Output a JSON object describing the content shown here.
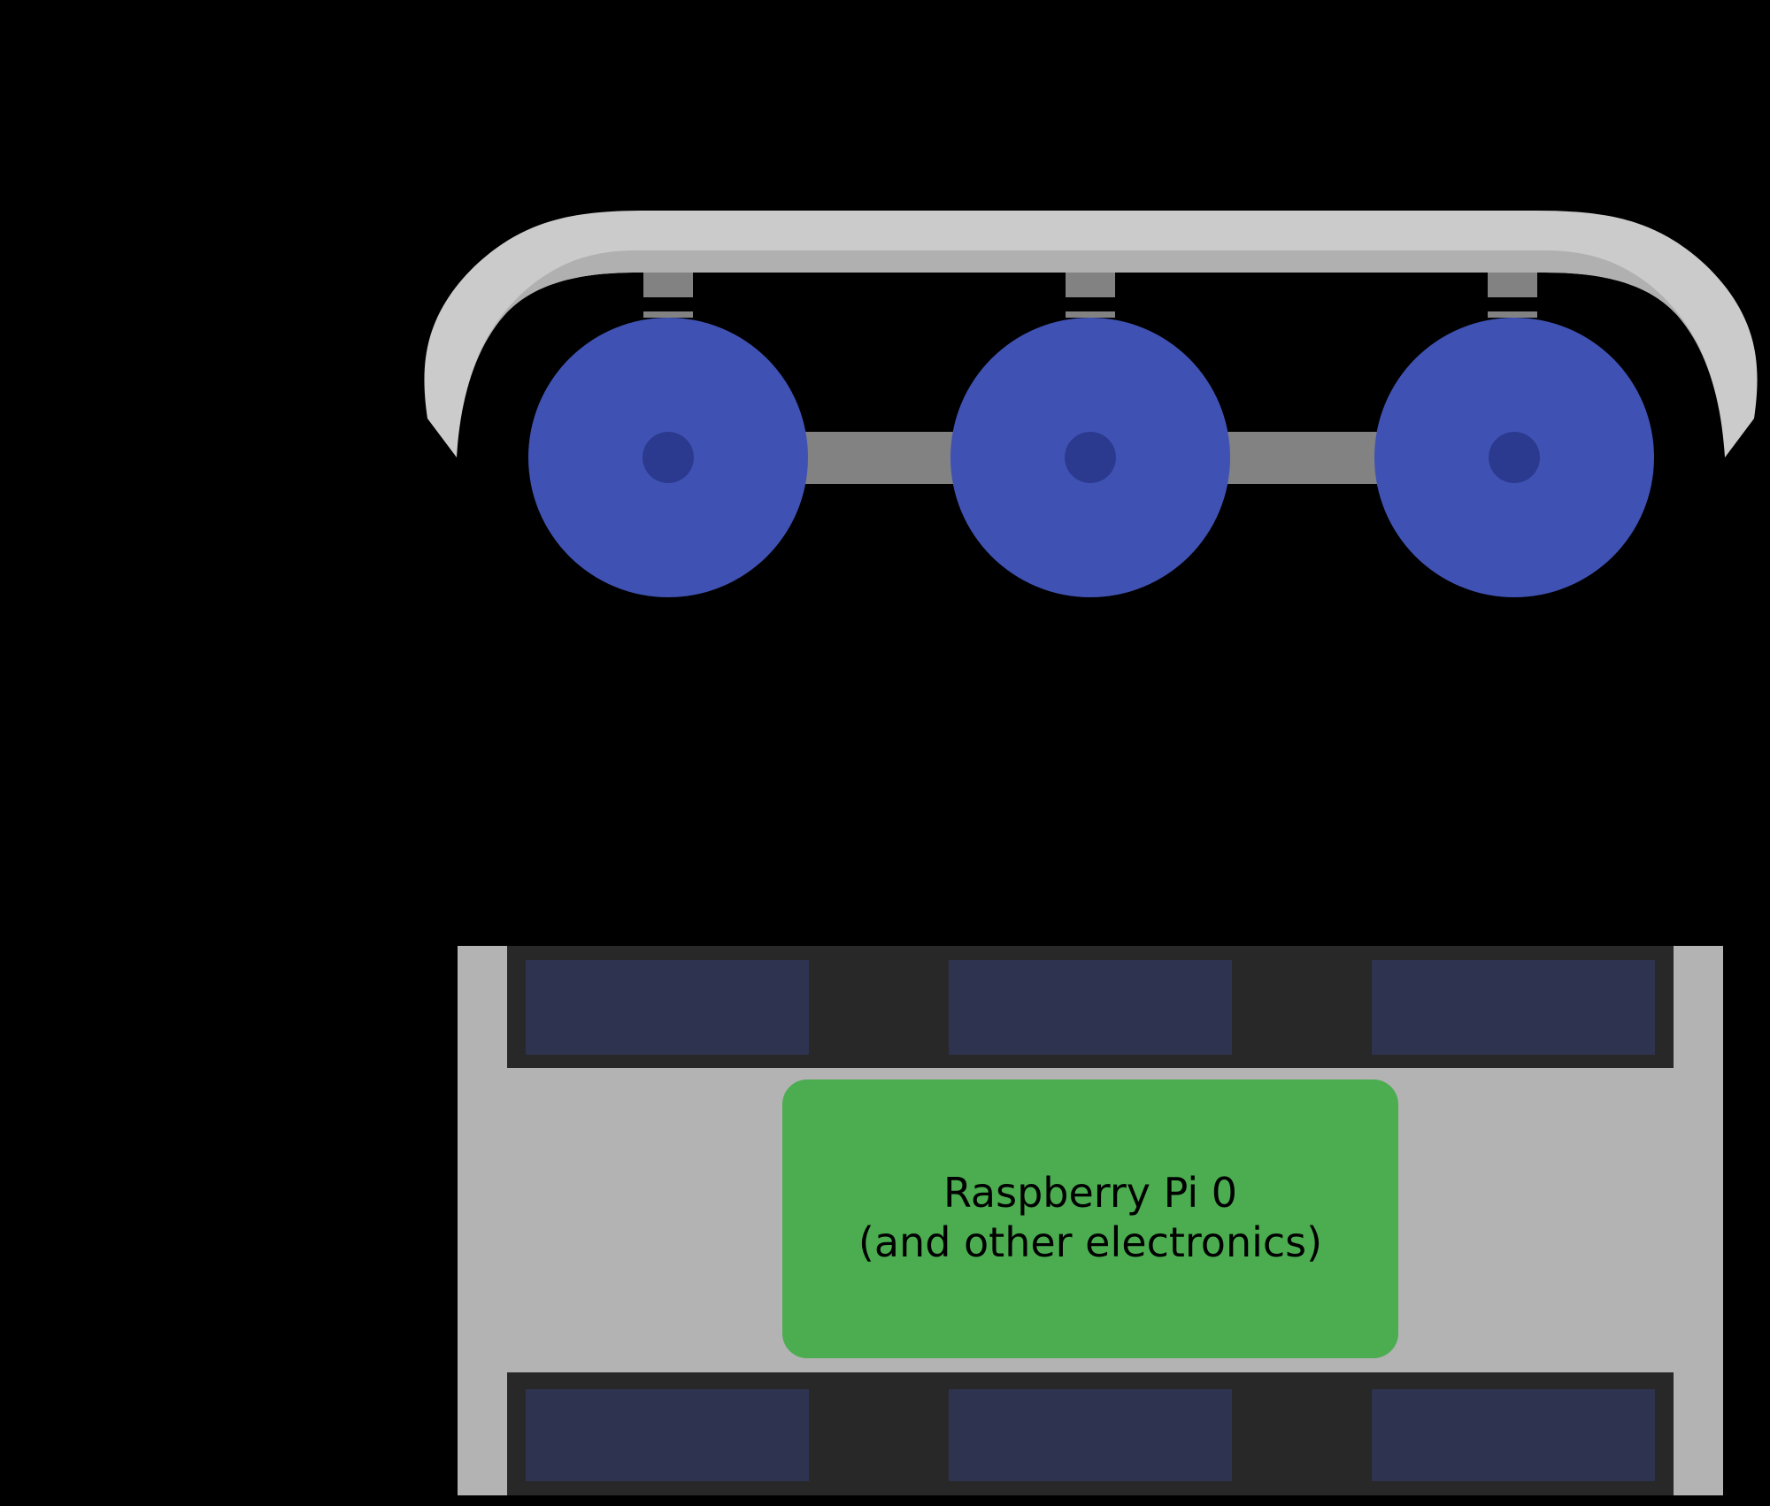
{
  "scene": {
    "description_counts": {
      "wheel_count": 3,
      "motor_pad_count": 6
    }
  },
  "label_box": {
    "line1": "Raspberry Pi 0",
    "line2": "(and other electronics)"
  },
  "colors": {
    "background": "#000000",
    "track_light": "#cbcbcb",
    "track_shade": "#b0b0b1",
    "connector_gray": "#828282",
    "wheel_blue": "#3f52b4",
    "hub_blue": "#2b3a8e",
    "chassis_gray": "#b3b3b3",
    "strip_dark": "#282828",
    "pad_navy": "#2e3350",
    "board_green": "#4bad50",
    "label_text": "#000000"
  }
}
